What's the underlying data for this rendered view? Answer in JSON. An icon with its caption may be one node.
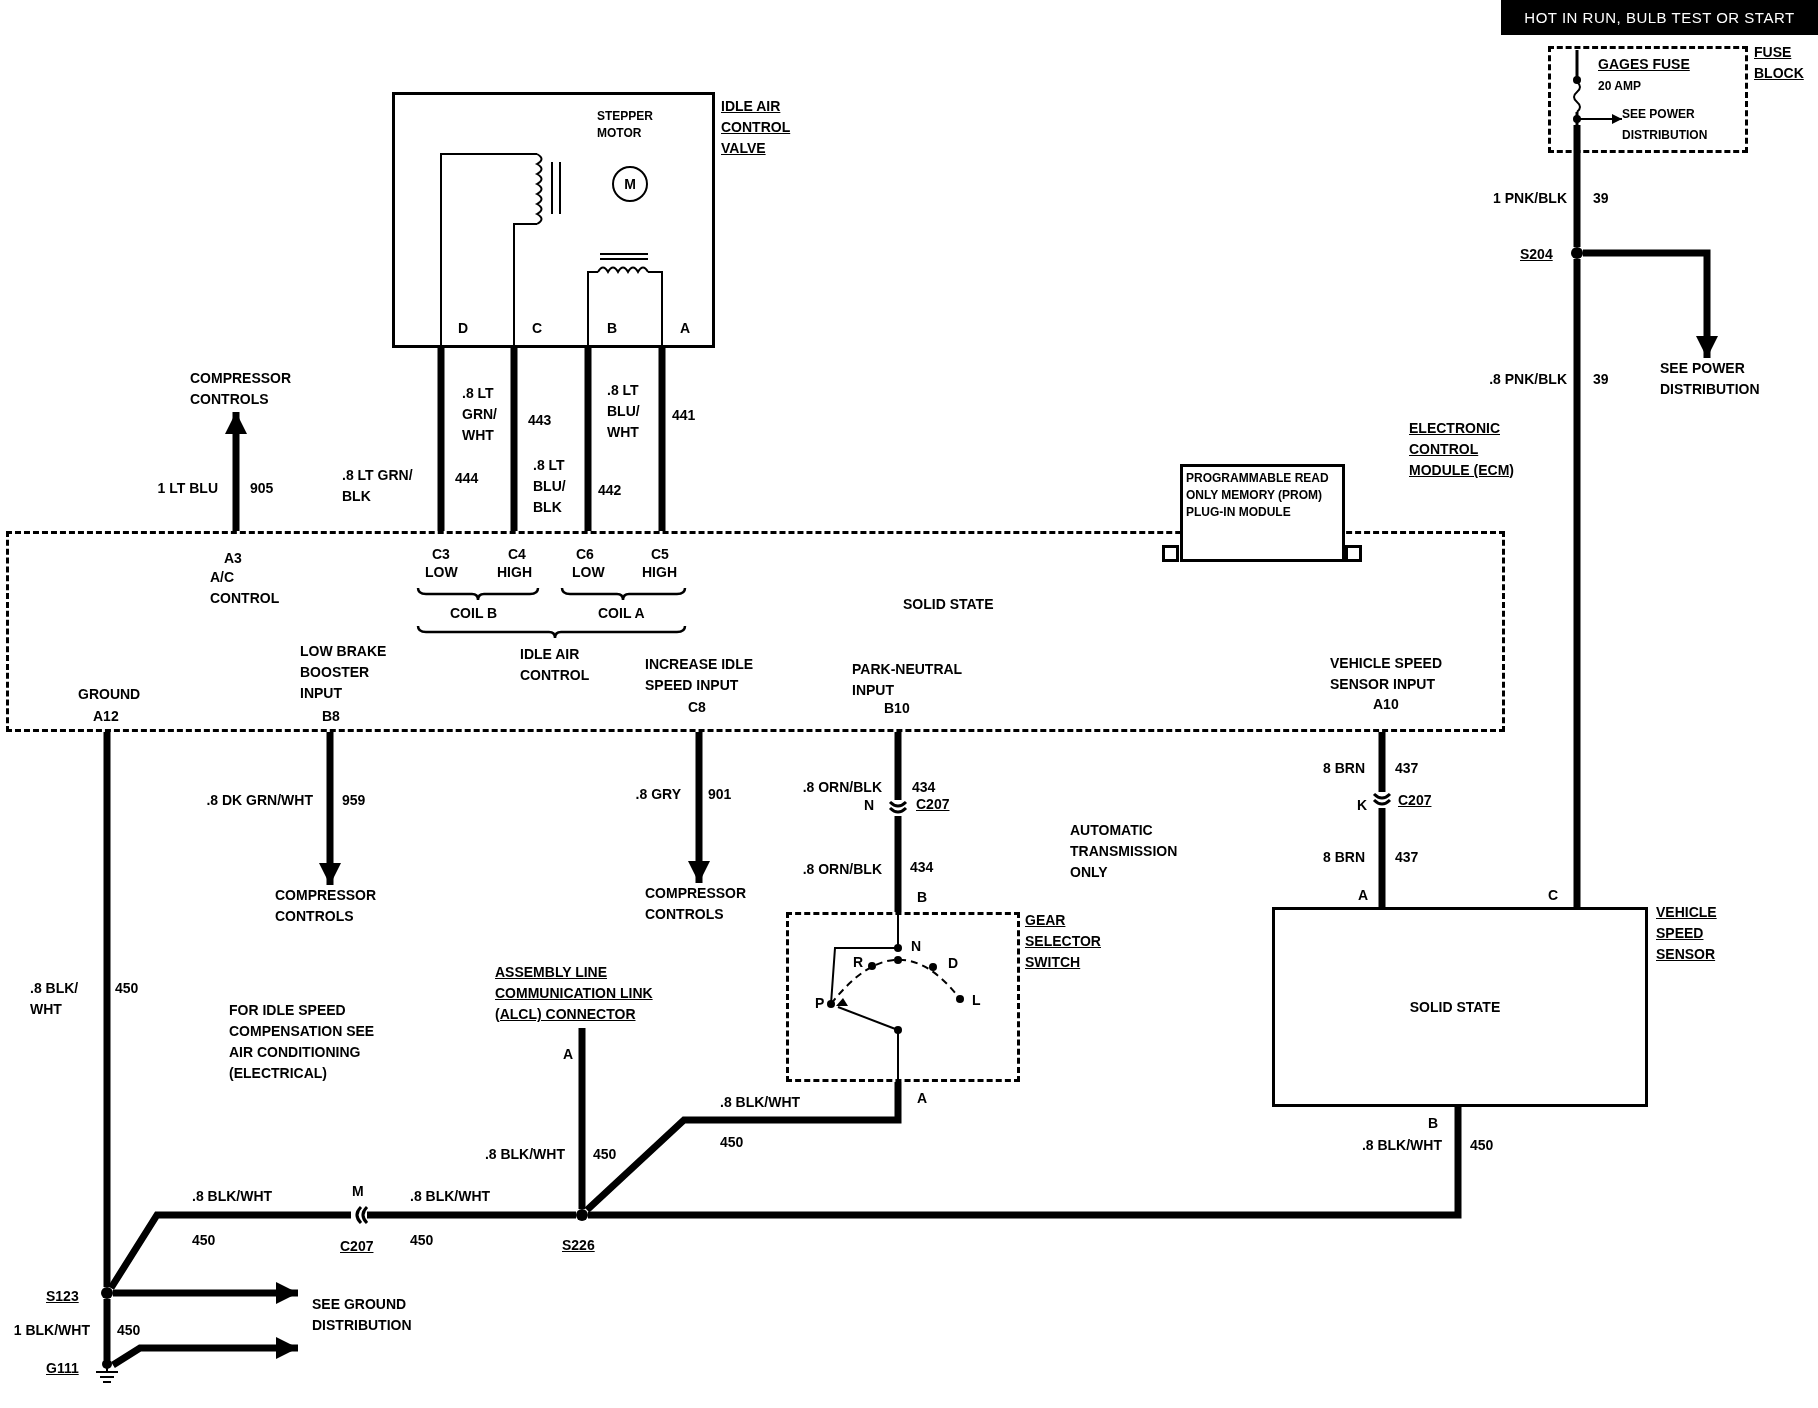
{
  "diagram": {
    "nodes": [
      {
        "text": [
          "FUSE BLOCK"
        ]
      },
      {
        "text": [
          "GAGES FUSE",
          "20 AMP"
        ],
        "in": 0
      },
      {
        "text": [
          "SEE POWER DISTRIBUTION"
        ],
        "in": 0
      },
      {
        "text": [
          "S204"
        ]
      },
      {
        "text": [
          "SEE POWER DISTRIBUTION"
        ]
      },
      {
        "text": [
          "STEPPER MOTOR",
          "IDLE AIR CONTROL VALVE"
        ]
      },
      {
        "text": [
          "M"
        ],
        "in": 5
      },
      {
        "text": [
          "ELECTRONIC CONTROL MODULE (ECM)",
          "SOLID STATE"
        ]
      },
      {
        "text": [
          "PROGRAMMABLE READ ONLY MEMORY (PROM) PLUG-IN MODULE"
        ]
      },
      {
        "text": [
          "COMPRESSOR CONTROLS"
        ]
      },
      {
        "text": [
          "COMPRESSOR CONTROLS"
        ]
      },
      {
        "text": [
          "COMPRESSOR CONTROLS"
        ]
      },
      {
        "text": [
          "C207"
        ],
        "beside": [
          "N"
        ]
      },
      {
        "text": [
          "GEAR SELECTOR SWITCH"
        ],
        "beside": [
          "B",
          "A"
        ]
      },
      {
        "text": [
          "C207"
        ],
        "beside": [
          "K"
        ]
      },
      {
        "text": [
          "VEHICLE SPEED SENSOR",
          "SOLID STATE"
        ],
        "beside": [
          "A",
          "C",
          "B"
        ]
      },
      {
        "text": [
          "ASSEMBLY LINE COMMUNICATION LINK (ALCL) CONNECTOR"
        ],
        "beside": [
          "A"
        ]
      },
      {
        "text": [
          "S226"
        ]
      },
      {
        "text": [
          "C207"
        ],
        "beside": [
          "M"
        ]
      },
      {
        "text": [
          "S123"
        ]
      },
      {
        "text": [
          "SEE GROUND DISTRIBUTION"
        ]
      },
      {
        "text": [
          "G111"
        ]
      }
    ],
    "edges": [
      {
        "from": 1,
        "to": 3,
        "arrow": "none"
      },
      {
        "from": 1,
        "to": 2,
        "arrow": "to"
      },
      {
        "from": 3,
        "to": 4,
        "arrow": "to"
      },
      {
        "from": 3,
        "to": 15,
        "arrow": "none"
      },
      {
        "from": 5,
        "to": 7,
        "arrow": "none"
      },
      {
        "from": 5,
        "to": 7,
        "arrow": "none"
      },
      {
        "from": 5,
        "to": 7,
        "arrow": "none"
      },
      {
        "from": 5,
        "to": 7,
        "arrow": "none"
      },
      {
        "from": 7,
        "to": 9,
        "arrow": "to"
      },
      {
        "from": 7,
        "to": 19,
        "arrow": "none"
      },
      {
        "from": 7,
        "to": 10,
        "arrow": "to"
      },
      {
        "from": 7,
        "to": 11,
        "arrow": "to"
      },
      {
        "from": 7,
        "to": 12,
        "arrow": "none"
      },
      {
        "from": 12,
        "to": 13,
        "arrow": "none"
      },
      {
        "from": 7,
        "to": 14,
        "arrow": "none"
      },
      {
        "from": 14,
        "to": 15,
        "arrow": "none"
      },
      {
        "from": 13,
        "to": 17,
        "arrow": "none"
      },
      {
        "from": 16,
        "to": 17,
        "arrow": "none"
      },
      {
        "from": 15,
        "to": 17,
        "arrow": "none"
      },
      {
        "from": 17,
        "to": 18,
        "arrow": "none"
      },
      {
        "from": 18,
        "to": 19,
        "arrow": "none"
      },
      {
        "from": 19,
        "to": 20,
        "arrow": "to"
      },
      {
        "from": 19,
        "to": 21,
        "arrow": "none"
      },
      {
        "from": 21,
        "to": 20,
        "arrow": "to"
      }
    ],
    "labels": [
      "HOT IN RUN, BULB TEST OR START",
      "1 PNK/BLK",
      "39",
      "D",
      "C",
      "B",
      "A",
      ".8 PNK/BLK",
      "39",
      ".8 LT GRN/ WHT",
      "443",
      ".8 LT BLU/ WHT",
      "441",
      "1 LT BLU",
      "905",
      ".8 LT GRN/ BLK",
      "444",
      ".8 LT BLU/ BLK",
      "442",
      "A3",
      "A/C CONTROL",
      "C3",
      "LOW",
      "C4",
      "HIGH",
      "C6",
      "LOW",
      "C5",
      "HIGH",
      "COIL B",
      "COIL A",
      "IDLE AIR CONTROL",
      "LOW BRAKE BOOSTER INPUT",
      "INCREASE IDLE SPEED INPUT",
      "PARK-NEUTRAL INPUT",
      "VEHICLE SPEED SENSOR INPUT",
      "GROUND",
      "A12",
      "B8",
      "C8",
      "B10",
      "A10",
      ".8 DK GRN/WHT",
      "959",
      ".8 GRY",
      "901",
      ".8 ORN/BLK",
      "434",
      ".8 ORN/BLK",
      "434",
      "AUTOMATIC TRANSMISSION ONLY",
      "8 BRN",
      "437",
      "8 BRN",
      "437",
      "R",
      "N",
      "D",
      "P",
      "L",
      ".8 BLK/ WHT",
      "450",
      "FOR IDLE SPEED COMPENSATION SEE AIR CONDITIONING (ELECTRICAL)",
      ".8 BLK/WHT",
      "450",
      ".8 BLK/WHT",
      "450",
      ".8 BLK/WHT",
      "450",
      ".8 BLK/WHT",
      "450",
      ".8 BLK/WHT",
      "450",
      "1 BLK/WHT",
      "450"
    ]
  }
}
